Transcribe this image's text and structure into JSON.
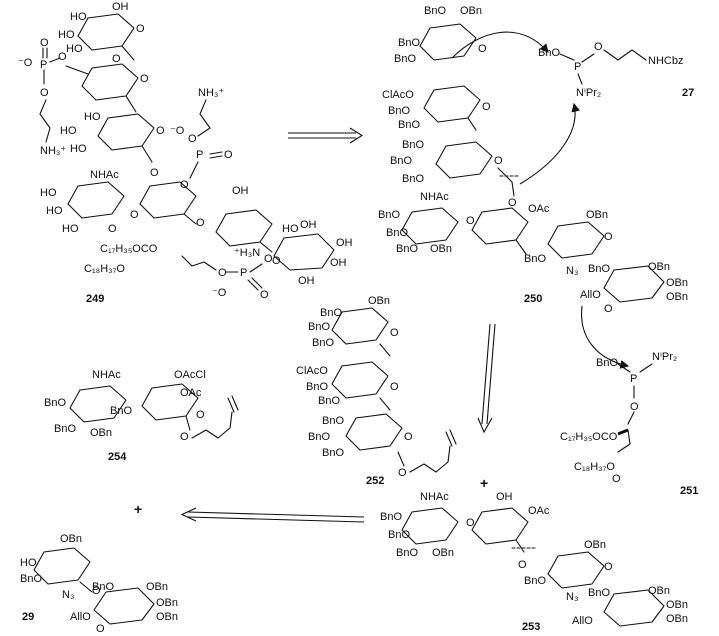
{
  "compounds": {
    "c249": "249",
    "c250": "250",
    "c27": "27",
    "c251": "251",
    "c252": "252",
    "c253": "253",
    "c254": "254",
    "c29": "29"
  },
  "labels": {
    "bn_o": "BnO",
    "o_bn": "OBn",
    "ho": "HO",
    "oh": "OH",
    "o_ac": "OAc",
    "nhac": "NHAc",
    "n3": "N₃",
    "allo": "AllO",
    "clac_o": "ClAcO",
    "o_acl": "OAcCl",
    "nh3_plus": "NH₃⁺",
    "h3n_plus": "⁺H₃N",
    "o_minus": "O⁻",
    "minus_o": "⁻O",
    "p": "P",
    "o": "O",
    "nhcbz": "NHCbz",
    "n_ipr2": "NⁱPr₂",
    "c17_left": "C₁₇H₃₅OCO",
    "c18_left": "C₁₈H₃₇O",
    "plus": "+"
  }
}
